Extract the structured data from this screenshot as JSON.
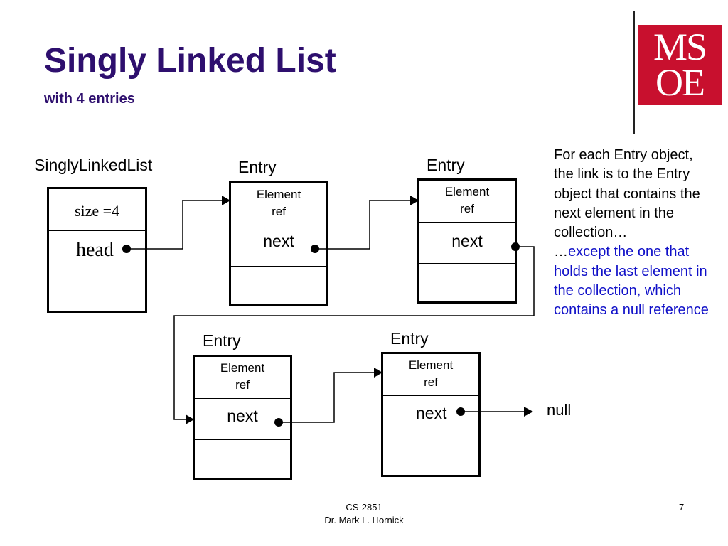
{
  "slide": {
    "title": "Singly Linked List",
    "subtitle": "with 4 entries",
    "logo_line1": "MS",
    "logo_line2": "OE",
    "sll_label": "SinglyLinkedList",
    "sll_size": "size =4",
    "sll_head": "head",
    "entry_label": "Entry",
    "element_ref_line1": "Element",
    "element_ref_line2": "ref",
    "next_label": "next",
    "null_label": "null",
    "note_black": "For each Entry object, the link is to the Entry object that contains the next element in the collection…",
    "note_blue_prefix": "…",
    "note_blue": "except the one that holds the last element in the collection, which contains a null reference",
    "footer_course": "CS-2851",
    "footer_author": "Dr. Mark L. Hornick",
    "page_number": "7"
  },
  "colors": {
    "title": "#2e0f6e",
    "logo_bg": "#c8102e",
    "note_highlight": "#1010c8"
  }
}
